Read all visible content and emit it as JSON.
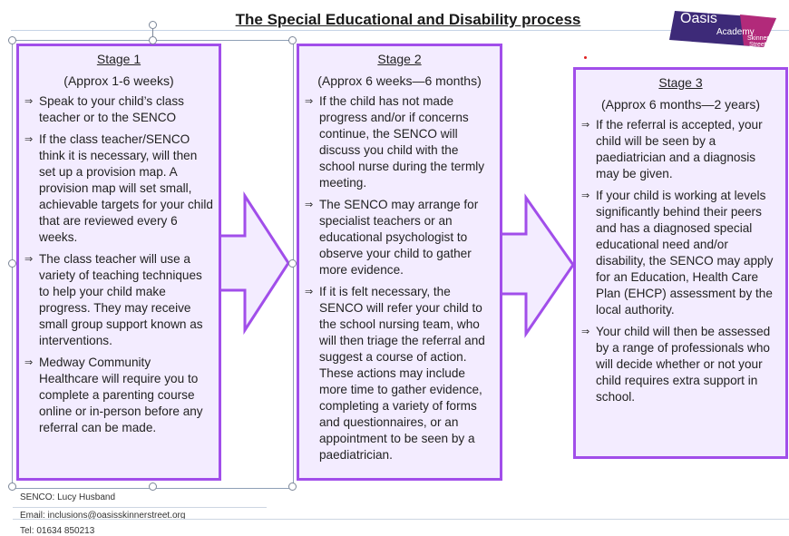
{
  "title": "The Special Educational and Disability process",
  "logo": {
    "line1": "Oasis",
    "line2": "Academy",
    "line3": "Skinner",
    "line4": "Street"
  },
  "colors": {
    "stage_border": "#a14eea",
    "stage_fill": "#f3ecff",
    "arrow_fill": "#f3ecff"
  },
  "stages": [
    {
      "heading": "Stage 1",
      "duration": "(Approx 1-6 weeks)",
      "points": [
        "Speak to your child’s class teacher or to the SENCO",
        "If the class teacher/SENCO think it is necessary, will then set up a provision map. A provision map will set small, achievable targets for your child that are reviewed every 6 weeks.",
        "The class teacher will use a variety of teaching techniques to help your child make progress. They may receive small group support known as interventions.",
        "Medway Community Healthcare will require you to complete a parenting course online or in-person before any referral can be made."
      ]
    },
    {
      "heading": "Stage 2",
      "duration": "(Approx 6 weeks—6 months)",
      "points": [
        "If the child has not made progress and/or if concerns continue, the SENCO will discuss you child with the school nurse during the termly meeting.",
        "The SENCO may arrange for specialist teachers or an educational psychologist to observe your child to gather more evidence.",
        "If it is felt necessary, the SENCO will refer your child to the school nursing team, who will then triage the referral and suggest a course of action. These actions may include more time to gather evidence, completing a variety of forms and questionnaires, or an appointment to be seen by a paediatrician."
      ]
    },
    {
      "heading": "Stage 3",
      "duration": "(Approx 6 months—2 years)",
      "points": [
        "If the referral is accepted, your child will be seen by a paediatrician and a diagnosis may be given.",
        "If your child is working at levels significantly behind their peers and has a diagnosed special educational need and/or disability, the SENCO may apply for an Education, Health Care Plan (EHCP) assessment by the local authority.",
        "Your child will then be assessed by a range of professionals who will decide whether or not your child requires extra support in school."
      ]
    }
  ],
  "footer": {
    "senco": "SENCO: Lucy Husband",
    "email": "Email: inclusions@oasisskinnerstreet.org",
    "tel": "Tel: 01634 850213"
  }
}
